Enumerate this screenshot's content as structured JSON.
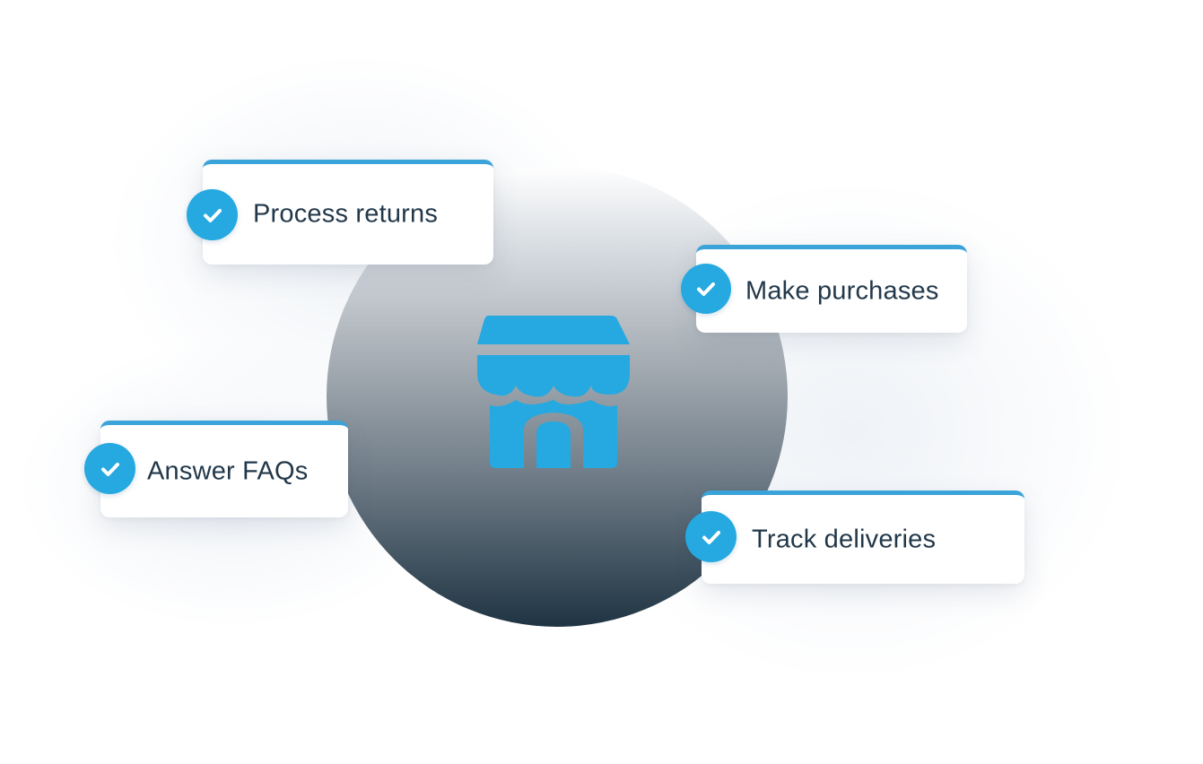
{
  "diagram": {
    "center_icon": "storefront-icon",
    "colors": {
      "accent": "#25a9e0",
      "card_border": "#3aa3d9",
      "text": "#22384a",
      "circle_top": "#ffffff",
      "circle_bottom": "#1f3443"
    },
    "capabilities": [
      {
        "label": "Process returns",
        "icon": "check-icon"
      },
      {
        "label": "Make purchases",
        "icon": "check-icon"
      },
      {
        "label": "Answer FAQs",
        "icon": "check-icon"
      },
      {
        "label": "Track deliveries",
        "icon": "check-icon"
      }
    ]
  }
}
